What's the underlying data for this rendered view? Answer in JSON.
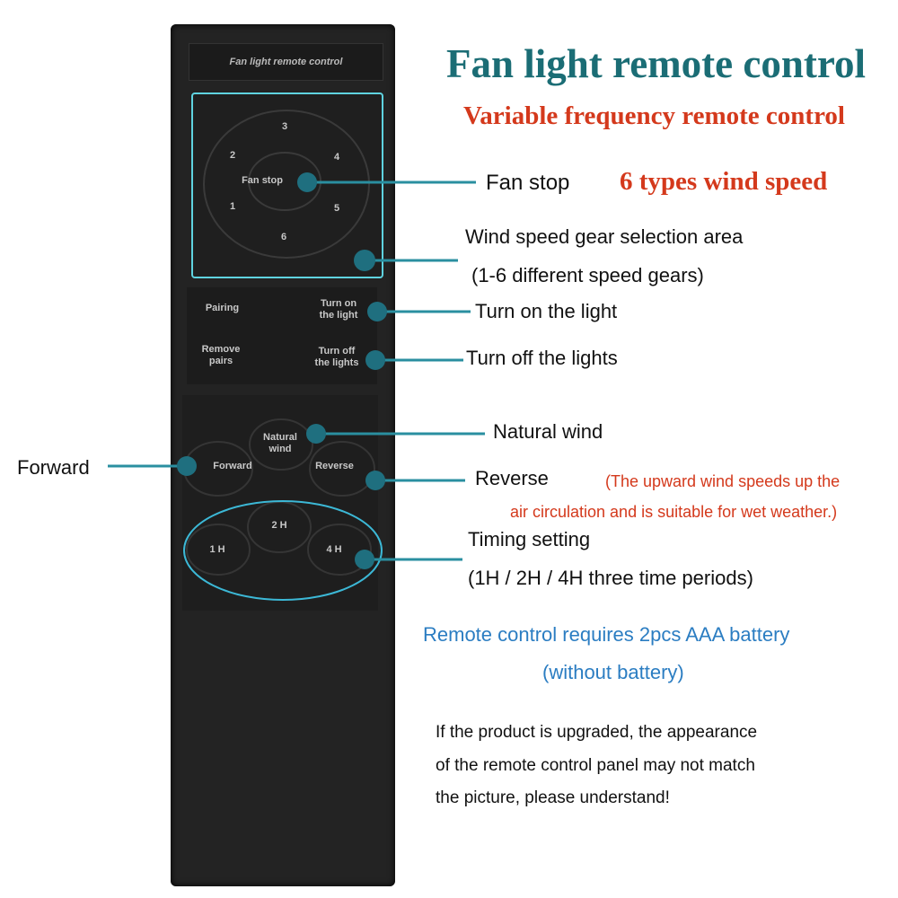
{
  "header": {
    "title": "Fan light remote control",
    "subtitle": "Variable frequency remote control"
  },
  "remote": {
    "top_label": "Fan light remote control",
    "speeds": [
      "1",
      "2",
      "3",
      "4",
      "5",
      "6"
    ],
    "fan_stop": "Fan stop",
    "pairing": "Pairing",
    "remove_pairs": [
      "Remove",
      "pairs"
    ],
    "turn_on": [
      "Turn on",
      "the light"
    ],
    "turn_off": [
      "Turn off",
      "the lights"
    ],
    "natural_wind": [
      "Natural",
      "wind"
    ],
    "forward": "Forward",
    "reverse": "Reverse",
    "timers": [
      "1 H",
      "2 H",
      "4 H"
    ]
  },
  "callouts": {
    "fan_stop": "Fan stop",
    "wind_speed_types": "6 types wind speed",
    "gear_area": "Wind speed gear selection area",
    "gear_area_note": "(1-6 different speed gears)",
    "turn_on": "Turn on the light",
    "turn_off": "Turn off the lights",
    "natural_wind": "Natural wind",
    "forward": "Forward",
    "reverse": "Reverse",
    "reverse_note_1": "(The upward wind speeds up the",
    "reverse_note_2": "air circulation and is suitable for wet weather.)",
    "timing": "Timing setting",
    "timing_note": "(1H / 2H / 4H three time periods)"
  },
  "notes": {
    "battery_1": "Remote control requires 2pcs AAA battery",
    "battery_2": "(without battery)",
    "upgrade_1": "If the product is upgraded, the appearance",
    "upgrade_2": "of the remote control panel may not match",
    "upgrade_3": "the picture, please understand!"
  },
  "colors": {
    "title": "#1b6d75",
    "red": "#d4391c",
    "blue": "#2b7dc2",
    "dot": "#1f6f7f",
    "line": "#2a8fa0"
  }
}
